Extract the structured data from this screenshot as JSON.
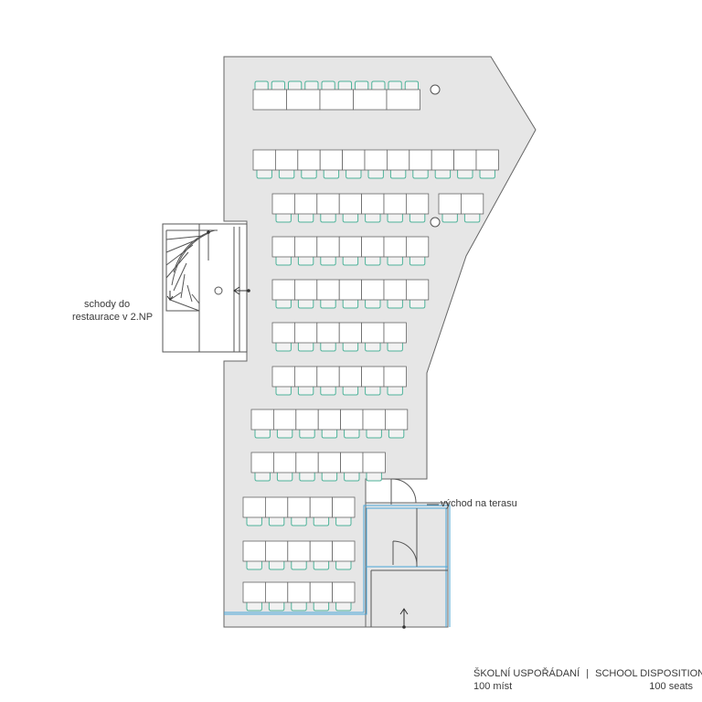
{
  "labels": {
    "stairs_line1": "schody do",
    "stairs_line2": "restaurace v 2.NP",
    "exit": "východ na terasu"
  },
  "caption": {
    "title_cz": "ŠKOLNÍ USPOŘÁDANÍ",
    "separator": "|",
    "title_en": "SCHOOL DISPOSITION",
    "seats_cz": "100 míst",
    "seats_en": "100 seats"
  },
  "colors": {
    "floor": "#e6e6e6",
    "wall": "#555555",
    "desk": "#ffffff",
    "chair": "#4fb39a",
    "exit_line": "#4aa7d8",
    "text": "#3a3a3a"
  }
}
